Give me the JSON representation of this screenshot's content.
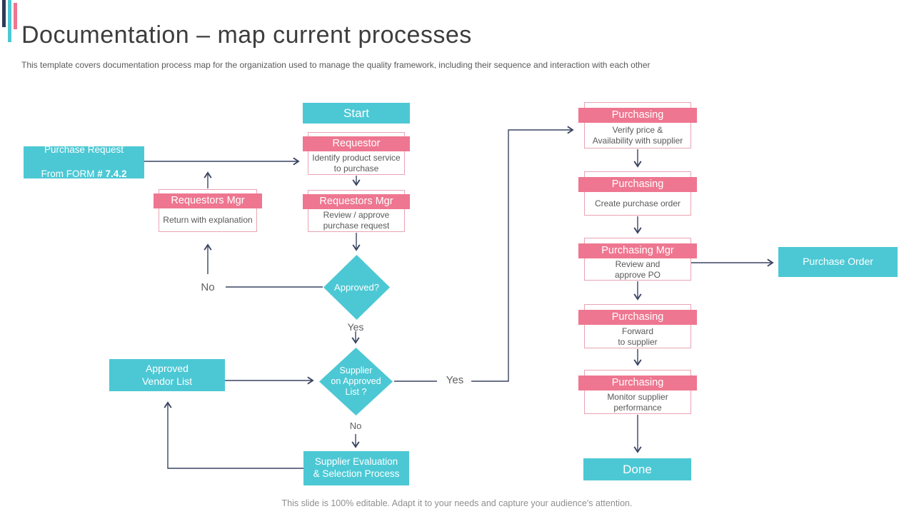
{
  "slide": {
    "title": "Documentation – map current processes",
    "subtitle": "This template covers documentation process map for the organization used to manage the quality framework, including their sequence and interaction with each other",
    "footer": "This slide is 100% editable. Adapt it to your needs and capture your audience's attention."
  },
  "colors": {
    "teal": "#4CC8D4",
    "pink": "#EE7690",
    "pink_border": "#E9A4B4",
    "line": "#3A4462",
    "navy_bar": "#2E3A59"
  },
  "flowchart": {
    "start": "Start",
    "done": "Done",
    "purchase_request": {
      "line1": "Purchase Request",
      "line2_prefix": "From FORM ",
      "line2_bold": "# 7.4.2"
    },
    "requestor": {
      "header": "Requestor",
      "body": "Identify product service\nto purchase"
    },
    "requestors_mgr_return": {
      "header": "Requestors Mgr",
      "body": "Return with explanation"
    },
    "requestors_mgr_review": {
      "header": "Requestors Mgr",
      "body": "Review / approve\npurchase request"
    },
    "approved_diamond": "Approved?",
    "supplier_diamond": "Supplier\non Approved\nList ?",
    "approved_vendor_list": "Approved\nVendor List",
    "supplier_evaluation": "Supplier Evaluation\n& Selection Process",
    "purchase_order": "Purchase Order",
    "purchasing_steps": [
      {
        "header": "Purchasing",
        "body": "Verify  price &\nAvailability with supplier"
      },
      {
        "header": "Purchasing",
        "body": "Create purchase order"
      },
      {
        "header": "Purchasing Mgr",
        "body": "Review and\napprove PO"
      },
      {
        "header": "Purchasing",
        "body": "Forward\nto supplier"
      },
      {
        "header": "Purchasing",
        "body": "Monitor supplier\nperformance"
      }
    ],
    "labels": {
      "no1": "No",
      "yes1": "Yes",
      "yes2": "Yes",
      "no2": "No"
    }
  }
}
